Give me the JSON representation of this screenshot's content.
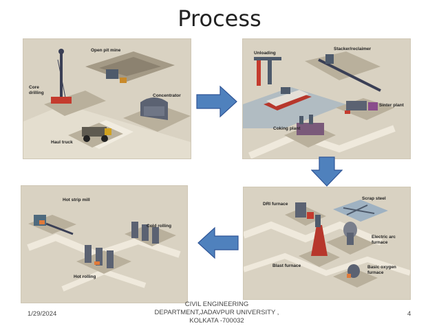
{
  "slide": {
    "title": "Process",
    "date": "1/29/2024",
    "footer_lines": [
      "CIVIL ENGINEERING",
      "DEPARTMENT,JADAVPUR UNIVERSITY ,",
      "KOLKATA -700032"
    ],
    "page_number": "4"
  },
  "colors": {
    "panel_bg": "#d9d2c2",
    "arrow_fill": "#4f81bd",
    "arrow_stroke": "#2f5597"
  },
  "panels": {
    "mining": {
      "labels": {
        "core_drilling_1": "Core",
        "core_drilling_2": "drilling",
        "open_pit_mine": "Open pit mine",
        "concentrator": "Concentrator",
        "haul_truck": "Haul truck"
      }
    },
    "port": {
      "labels": {
        "unloading": "Unloading",
        "stacker": "Stacker/reclaimer",
        "sinter_plant": "Sinter plant",
        "coking_plant": "Coking plant"
      }
    },
    "steel": {
      "labels": {
        "dri_furnace": "DRI furnace",
        "scrap_steel": "Scrap steel",
        "electric_arc_1": "Electric arc",
        "electric_arc_2": "furnace",
        "blast_furnace": "Blast furnace",
        "basic_oxygen_1": "Basic oxygen",
        "basic_oxygen_2": "furnace"
      }
    },
    "rolling": {
      "labels": {
        "hot_strip_mill": "Hot strip mill",
        "cold_rolling": "Cold rolling",
        "hot_rolling": "Hot rolling"
      }
    }
  }
}
